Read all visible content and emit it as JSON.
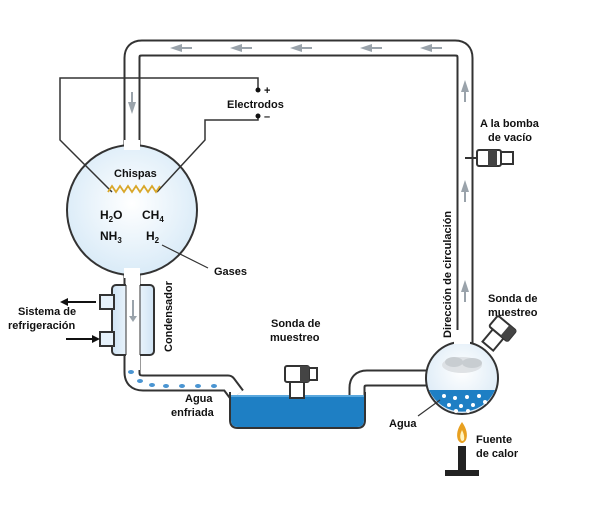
{
  "labels": {
    "electrodes": "Electrodos",
    "plus": "+",
    "minus": "–",
    "sparks": "Chispas",
    "gases": "Gases",
    "condenser": "Condensador",
    "cooling_system_line1": "Sistema de",
    "cooling_system_line2": "refrigeración",
    "cooled_water_line1": "Agua",
    "cooled_water_line2": "enfriada",
    "sampling_probe_center_line1": "Sonda de",
    "sampling_probe_center_line2": "muestreo",
    "sampling_probe_right_line1": "Sonda de",
    "sampling_probe_right_line2": "muestreo",
    "vacuum_pump_line1": "A la bomba",
    "vacuum_pump_line2": "de vacío",
    "circulation_direction": "Dirección de circulación",
    "water": "Agua",
    "heat_source_line1": "Fuente",
    "heat_source_line2": "de calor"
  },
  "formulas": {
    "h2o_main": "H",
    "h2o_sub": "2",
    "h2o_tail": "O",
    "ch4_main": "CH",
    "ch4_sub": "4",
    "nh3_main": "NH",
    "nh3_sub": "3",
    "h2_main": "H",
    "h2_sub": "2"
  },
  "colors": {
    "water": "#1e7fc4",
    "glass_fill": "#eaf4fb",
    "outline": "#333333",
    "arrow": "#9aa3ab",
    "spark": "#d9a72a",
    "flame": "#e8a020"
  }
}
